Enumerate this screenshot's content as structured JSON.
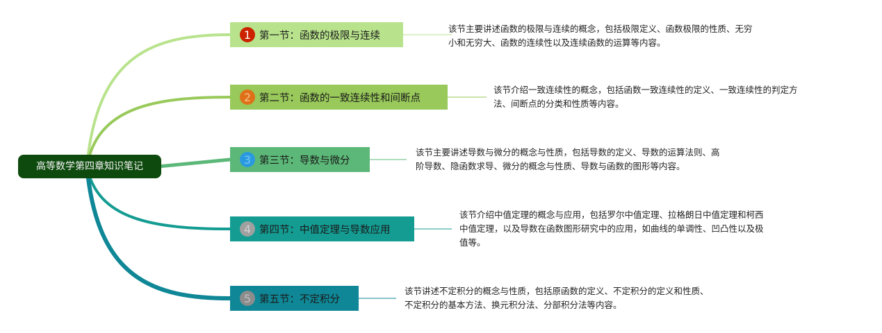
{
  "root": {
    "title": "高等数学第四章知识笔记"
  },
  "sections": [
    {
      "number": "1",
      "title": "第一节：函数的极限与连续",
      "desc_lines": [
        "该节主要讲述函数的极限与连续的概念，包括极限定义、函数极限的性质、无穷",
        "小和无穷大、函数的连续性以及连续函数的运算等内容。"
      ],
      "fill": "#b8e38c",
      "badge": "#cc2200",
      "badge_text": "#ffffff",
      "edge": "#b8e38c"
    },
    {
      "number": "2",
      "title": "第二节：函数的一致连续性和间断点",
      "desc_lines": [
        "该节介绍一致连续性的概念，包括函数一致连续性的定义、一致连续性的判定方",
        "法、间断点的分类和性质等内容。"
      ],
      "fill": "#98c95a",
      "badge": "#e07018",
      "badge_text": "#f6c08a",
      "edge": "#98c95a"
    },
    {
      "number": "3",
      "title": "第三节：导数与微分",
      "desc_lines": [
        "该节主要讲述导数与微分的概念与性质，包括导数的定义、导数的运算法则、高",
        "阶导数、隐函数求导、微分的概念与性质、导数与函数的图形等内容。"
      ],
      "fill": "#5cb878",
      "badge": "#2a9ae0",
      "badge_text": "#7ac8f4",
      "edge": "#5cb878"
    },
    {
      "number": "4",
      "title": "第四节：中值定理与导数应用",
      "desc_lines": [
        "该节介绍中值定理的概念与应用，包括罗尔中值定理、拉格朗日中值定理和柯西",
        "中值定理，以及导数在函数图形研究中的应用，如曲线的单调性、凹凸性以及极",
        "值等。"
      ],
      "fill": "#149c92",
      "badge": "#a0a0a0",
      "badge_text": "#d2d2d2",
      "edge": "#149c92"
    },
    {
      "number": "5",
      "title": "第五节：不定积分",
      "desc_lines": [
        "该节讲述不定积分的概念与性质，包括原函数的定义、不定积分的定义和性质、",
        "不定积分的基本方法、换元积分法、分部积分法等内容。"
      ],
      "fill": "#0f8796",
      "badge": "#8c8c8c",
      "badge_text": "#c0c0c0",
      "edge": "#0f8796"
    }
  ]
}
